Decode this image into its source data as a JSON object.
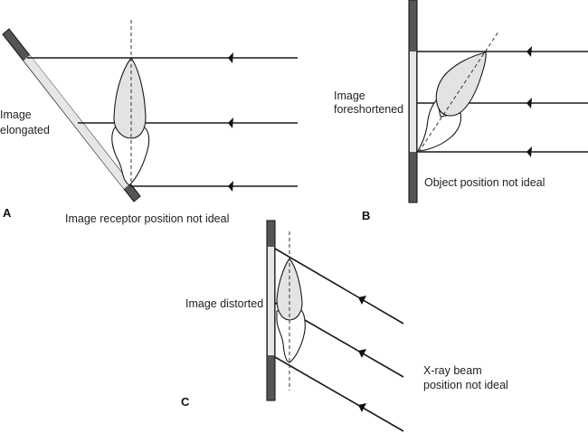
{
  "figure": {
    "colors": {
      "receptor_dark": "#555555",
      "receptor_light": "#e6e6e6",
      "crown_fill": "#e3e3e3",
      "line": "#1a1a1a"
    },
    "panels": [
      {
        "letter": "A",
        "caption": "Image receptor position not ideal",
        "side_label": [
          "Image",
          "elongated"
        ]
      },
      {
        "letter": "B",
        "caption": "Object position not ideal",
        "side_label": [
          "Image",
          "foreshortened"
        ]
      },
      {
        "letter": "C",
        "caption": [
          "X-ray beam",
          "position not ideal"
        ],
        "side_label": [
          "Image distorted"
        ]
      }
    ]
  }
}
